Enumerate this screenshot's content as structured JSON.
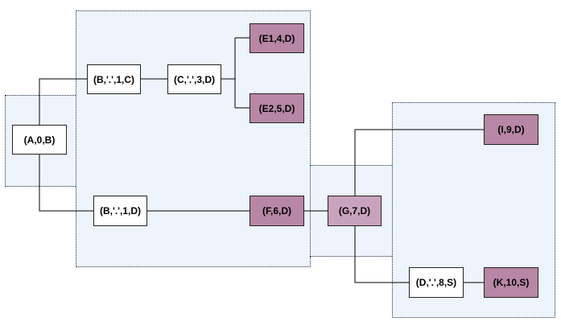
{
  "nodes": [
    {
      "id": "A",
      "label": "(A,0,B)",
      "style": "white"
    },
    {
      "id": "B1",
      "label": "(B,'.',1,C)",
      "style": "white"
    },
    {
      "id": "C",
      "label": "(C,'.',3,D)",
      "style": "white"
    },
    {
      "id": "E1",
      "label": "(E1,4,D)",
      "style": "dark"
    },
    {
      "id": "E2",
      "label": "(E2,5,D)",
      "style": "dark"
    },
    {
      "id": "B2",
      "label": "(B,'.',1,D)",
      "style": "white"
    },
    {
      "id": "F",
      "label": "(F,6,D)",
      "style": "dark"
    },
    {
      "id": "G",
      "label": "(G,7,D)",
      "style": "mid"
    },
    {
      "id": "I",
      "label": "(I,9,D)",
      "style": "dark"
    },
    {
      "id": "D",
      "label": "(D,'.',8,S)",
      "style": "white"
    },
    {
      "id": "K",
      "label": "(K,10,S)",
      "style": "dark"
    }
  ],
  "edges": [
    [
      "A",
      "B1"
    ],
    [
      "A",
      "B2"
    ],
    [
      "B1",
      "C"
    ],
    [
      "C",
      "E1"
    ],
    [
      "C",
      "E2"
    ],
    [
      "B2",
      "F"
    ],
    [
      "F",
      "G"
    ],
    [
      "G",
      "I"
    ],
    [
      "G",
      "D"
    ],
    [
      "D",
      "K"
    ]
  ]
}
